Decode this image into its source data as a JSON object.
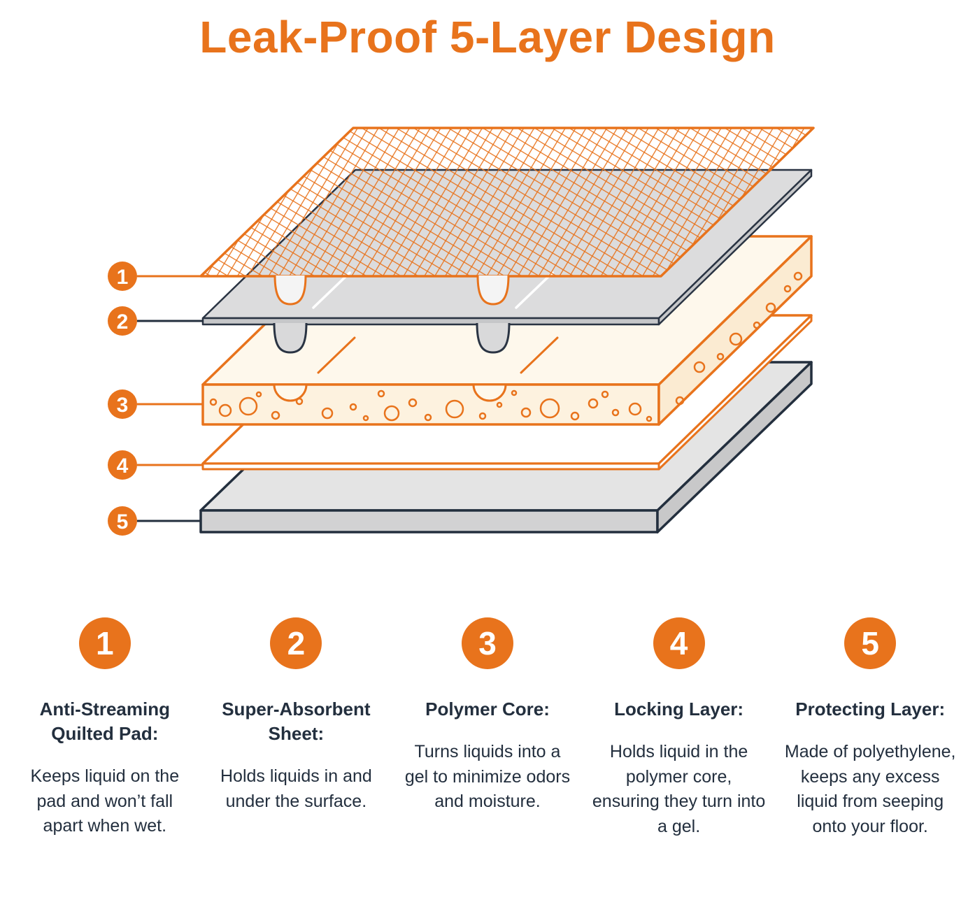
{
  "title": "Leak-Proof 5-Layer Design",
  "colors": {
    "accent": "#E8731C",
    "dark": "#232F3E",
    "sheet_gray": "#DCDCDD",
    "core_cream": "#FDF2DF",
    "base_gray": "#D2D2D3"
  },
  "layers": [
    {
      "number": "1",
      "heading": "Anti-Streaming Quilted Pad:",
      "description": "Keeps liquid on the pad and won’t fall apart when wet."
    },
    {
      "number": "2",
      "heading": "Super-Absorbent Sheet:",
      "description": "Holds liquids in and under the surface."
    },
    {
      "number": "3",
      "heading": "Polymer Core:",
      "description": "Turns liquids into a gel to minimize odors and moisture."
    },
    {
      "number": "4",
      "heading": "Locking Layer:",
      "description": "Holds liquid in the polymer core, ensuring they turn into a gel."
    },
    {
      "number": "5",
      "heading": "Protecting Layer:",
      "description": "Made of polyethylene, keeps any excess liquid from seeping onto your floor."
    }
  ]
}
